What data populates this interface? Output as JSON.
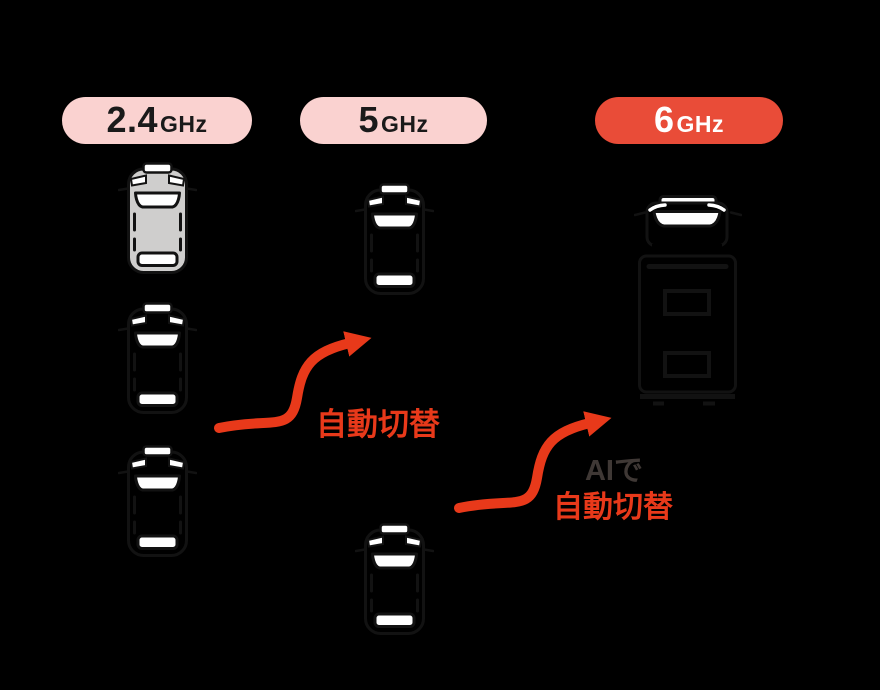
{
  "diagram": {
    "background": "#000000",
    "bands": [
      {
        "id": "band-2-4ghz",
        "value": "2.4",
        "unit": "GHz",
        "pill_style": "pink",
        "vehicles": [
          "car-gray",
          "car-gray",
          "car-pink"
        ]
      },
      {
        "id": "band-5ghz",
        "value": "5",
        "unit": "GHz",
        "pill_style": "pink",
        "vehicles": [
          "car-gray",
          "car-pink"
        ]
      },
      {
        "id": "band-6ghz",
        "value": "6",
        "unit": "GHz",
        "pill_style": "red",
        "vehicles": [
          "truck-gray"
        ]
      }
    ],
    "annotations": {
      "arrow1_label": "自動切替",
      "arrow2_label_line1": "AIで",
      "arrow2_label_line2": "自動切替"
    }
  },
  "colors": {
    "background": "#000000",
    "pill_pink_bg": "#FAD2D0",
    "pill_red_bg": "#E94C38",
    "pill_text_dark": "#1A1A1A",
    "pill_text_light": "#FFFFFF",
    "accent_red": "#E8391A",
    "ai_text_dark": "#3F3835",
    "vehicle_gray": "#CFCECD",
    "vehicle_pink": "#F9C9C5",
    "outline": "#121212",
    "glass_white": "#FFFFFF"
  }
}
